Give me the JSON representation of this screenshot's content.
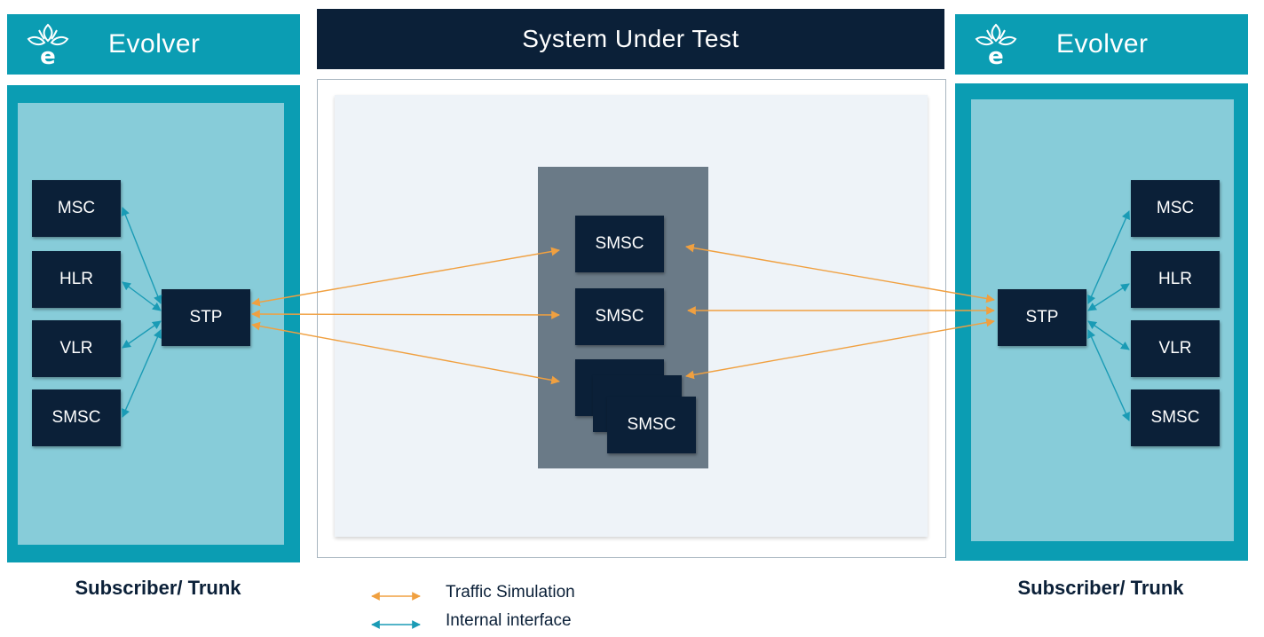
{
  "left": {
    "title": "Evolver",
    "nodes": {
      "msc": "MSC",
      "hlr": "HLR",
      "vlr": "VLR",
      "smsc": "SMSC",
      "stp": "STP"
    },
    "caption": "Subscriber/ Trunk"
  },
  "right": {
    "title": "Evolver",
    "nodes": {
      "msc": "MSC",
      "hlr": "HLR",
      "vlr": "VLR",
      "smsc": "SMSC",
      "stp": "STP"
    },
    "caption": "Subscriber/ Trunk"
  },
  "sut": {
    "title": "System Under Test",
    "nodes": [
      "SMSC",
      "SMSC",
      "SMSC"
    ]
  },
  "legend": {
    "traffic": "Traffic Simulation",
    "internal": "Internal interface"
  },
  "colors": {
    "teal": "#0b9db3",
    "teal_light": "#87ccd9",
    "navy": "#0b2038",
    "traffic_arrow": "#f0a040",
    "internal_arrow": "#1a9bb5",
    "cluster_gray": "#6a7a87"
  },
  "icons": {
    "logo": "evolver-leaf-e-logo"
  }
}
